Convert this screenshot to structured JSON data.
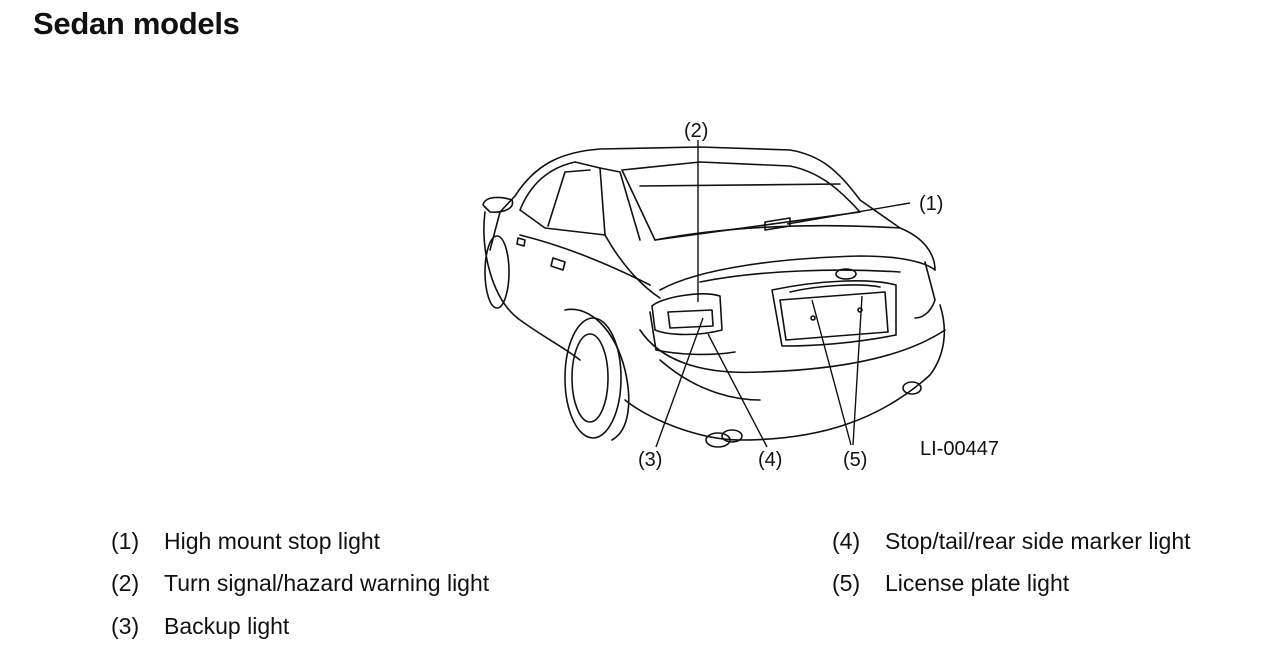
{
  "title": "Sedan models",
  "figure": {
    "callouts": [
      "(1)",
      "(2)",
      "(3)",
      "(4)",
      "(5)"
    ],
    "figure_id": "LI-00447"
  },
  "legend": [
    {
      "num": "(1)",
      "text": "High mount stop light"
    },
    {
      "num": "(2)",
      "text": "Turn signal/hazard warning light"
    },
    {
      "num": "(3)",
      "text": "Backup light"
    },
    {
      "num": "(4)",
      "text": "Stop/tail/rear side marker light"
    },
    {
      "num": "(5)",
      "text": "License plate light"
    }
  ]
}
